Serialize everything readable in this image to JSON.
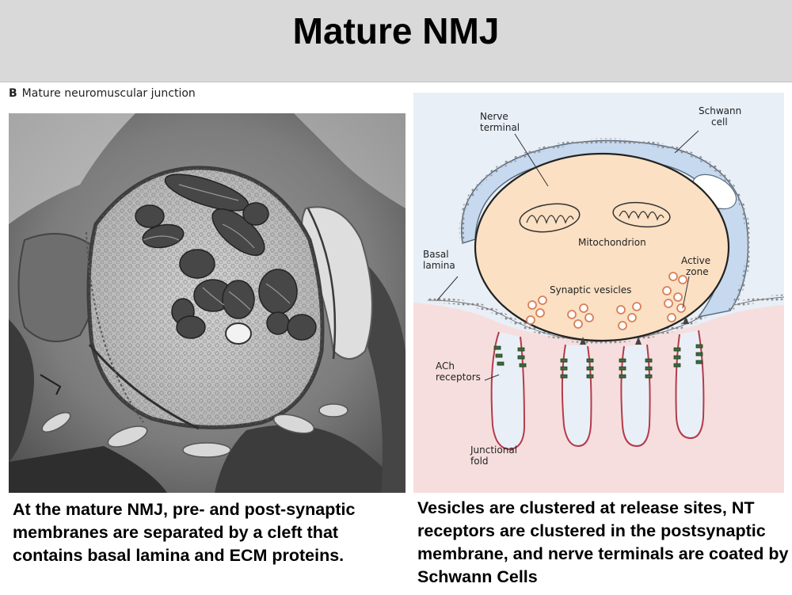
{
  "slide": {
    "title": "Mature NMJ"
  },
  "figure": {
    "panel_letter": "B",
    "panel_title": "Mature neuromuscular junction"
  },
  "diagram": {
    "labels": {
      "nerve_terminal": [
        "Nerve",
        "terminal"
      ],
      "schwann_cell": [
        "Schwann",
        "cell"
      ],
      "mitochondrion": "Mitochondrion",
      "basal_lamina": [
        "Basal",
        "lamina"
      ],
      "active_zone": [
        "Active",
        "zone"
      ],
      "synaptic_vesicles": "Synaptic vesicles",
      "ach_receptors": [
        "ACh",
        "receptors"
      ],
      "junctional_fold": [
        "Junctional",
        "fold"
      ]
    },
    "colors": {
      "terminal": "#fbe0c3",
      "schwann": "#c6d9ee",
      "muscle": "#f6dede",
      "background": "#e9eff7",
      "receptor": "#3e6b3a"
    }
  },
  "captions": {
    "left": "At the mature NMJ, pre- and post-synaptic membranes are separated by a cleft that contains basal lamina and ECM proteins.",
    "right": "Vesicles are clustered at release sites, NT receptors are clustered in the postsynaptic membrane, and nerve terminals are coated by Schwann Cells"
  }
}
